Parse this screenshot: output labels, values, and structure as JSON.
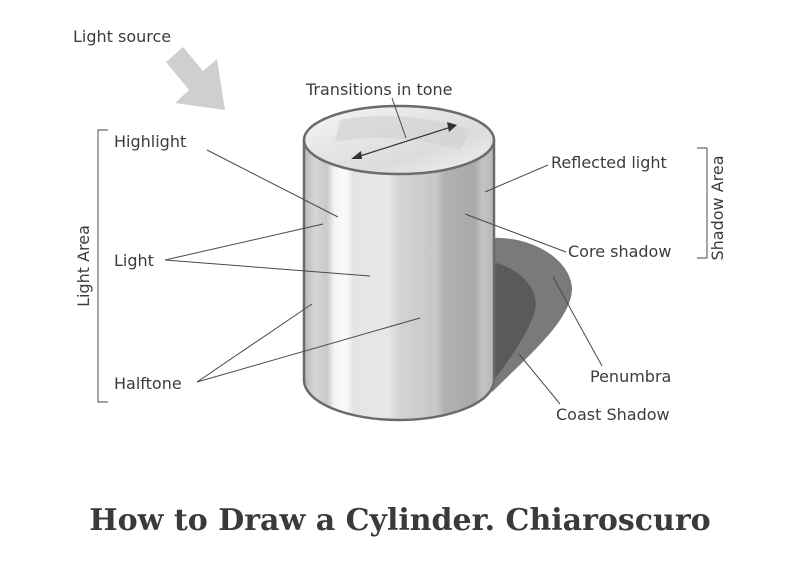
{
  "title": "How to Draw a Cylinder. Chiaroscuro",
  "labels": {
    "light_source": "Light source",
    "transitions": "Transitions in tone",
    "highlight": "Highlight",
    "light": "Light",
    "halftone": "Halftone",
    "reflected_light": "Reflected light",
    "core_shadow": "Core shadow",
    "penumbra": "Penumbra",
    "coast_shadow": "Coast Shadow",
    "light_area": "Light Area",
    "shadow_area": "Shadow Area"
  },
  "colors": {
    "text": "#3c3c3c",
    "title": "#3a3a3a",
    "arrow": "#cfcfcf",
    "cast_shadow": "#7a7a7a",
    "penumbra": "#555555",
    "outline": "#6b6b6b"
  }
}
